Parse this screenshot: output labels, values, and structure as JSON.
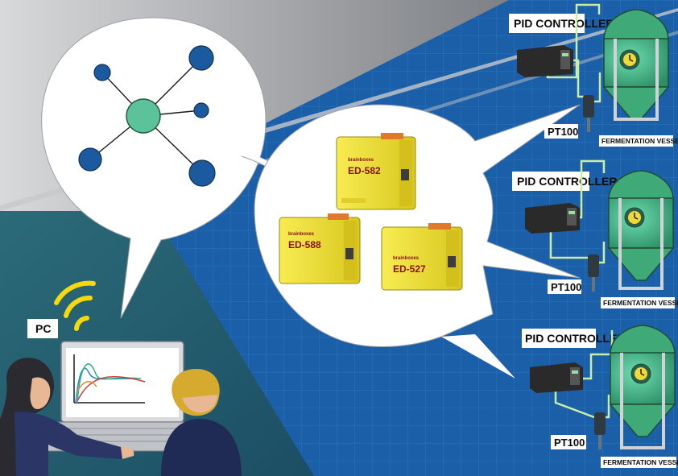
{
  "pc": {
    "label": "PC"
  },
  "modules": [
    {
      "model": "ED-582",
      "brand": "brainboxes"
    },
    {
      "model": "ED-588",
      "brand": "brainboxes"
    },
    {
      "model": "ED-527",
      "brand": "brainboxes"
    }
  ],
  "stations": [
    {
      "controller_label": "PID CONTROLLER",
      "sensor_label": "PT100",
      "vessel_label": "FERMENTATION VESSEL"
    },
    {
      "controller_label": "PID CONTROLLER",
      "sensor_label": "PT100",
      "vessel_label": "FERMENTATION VESSEL"
    },
    {
      "controller_label": "PID CONTROLLER",
      "sensor_label": "PT100",
      "vessel_label": "FERMENTATION VESSEL"
    }
  ],
  "colors": {
    "background_grey": "#a7a9ac",
    "background_blue": "#1b5fa8",
    "node_blue": "#1c5aa0",
    "hub_green": "#5cc29a",
    "module_yellow": "#f2e33a",
    "vessel_green": "#3fa978",
    "wire": "#c9eea3"
  },
  "icons": [
    "network-icon",
    "wifi-icon",
    "laptop-icon",
    "arrow-icon"
  ]
}
